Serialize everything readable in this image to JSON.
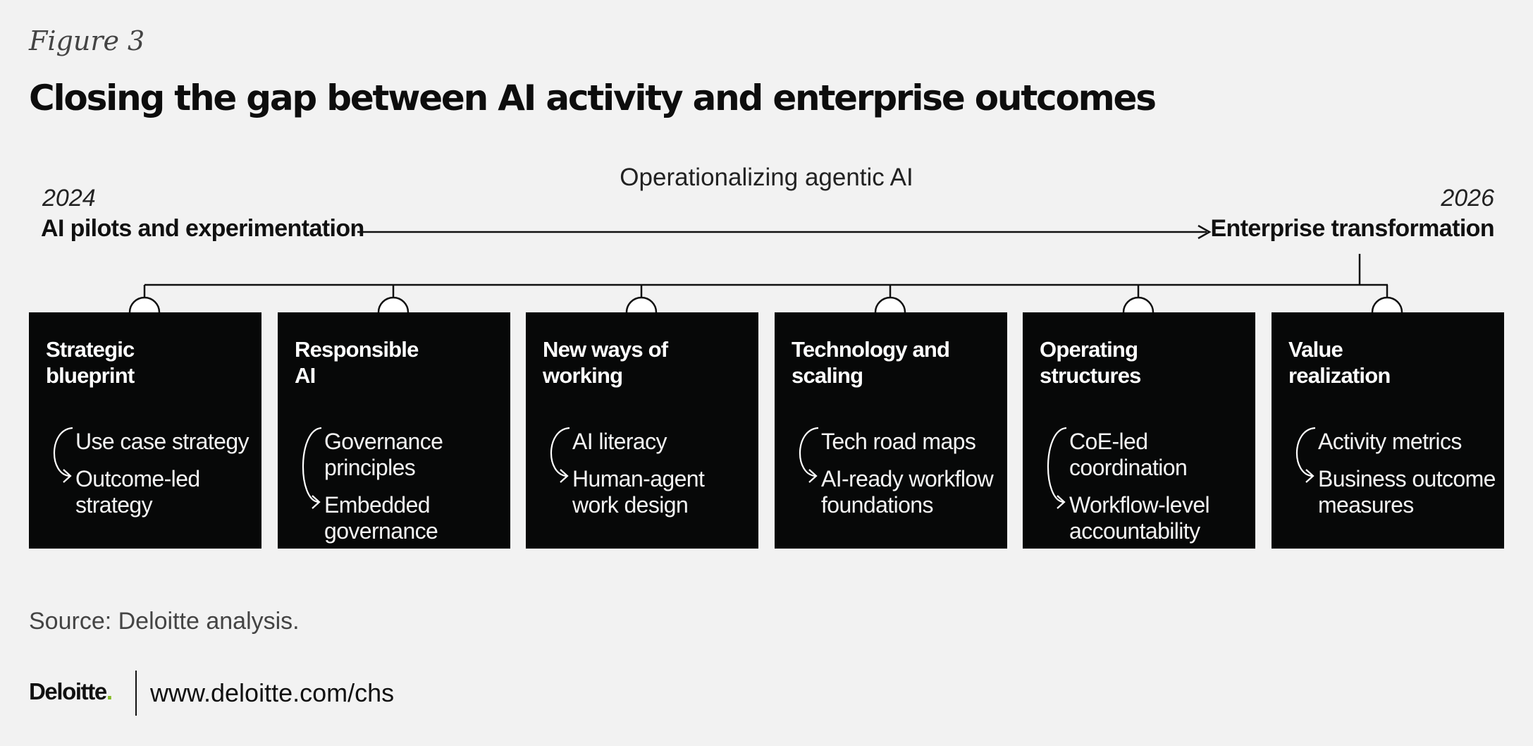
{
  "figure_label": "Figure 3",
  "title": "Closing the gap between AI activity and enterprise outcomes",
  "subtitle": "Operationalizing agentic AI",
  "timeline": {
    "start_year": "2024",
    "start_label": "AI pilots and experimentation",
    "end_year": "2026",
    "end_label": "Enterprise transformation"
  },
  "cards": [
    {
      "title": "Strategic\nblueprint",
      "from": "Use case strategy",
      "to": "Outcome-led\nstrategy"
    },
    {
      "title": "Responsible\nAI",
      "from": "Governance\nprinciples",
      "to": "Embedded\ngovernance"
    },
    {
      "title": "New ways of\nworking",
      "from": "AI literacy",
      "to": "Human-agent\nwork design"
    },
    {
      "title": "Technology and\nscaling",
      "from": "Tech road maps",
      "to": "AI-ready workflow\nfoundations"
    },
    {
      "title": "Operating\nstructures",
      "from": "CoE-led\ncoordination",
      "to": "Workflow-level\naccountability"
    },
    {
      "title": "Value\nrealization",
      "from": "Activity metrics",
      "to": "Business outcome\nmeasures"
    }
  ],
  "source": "Source: Deloitte analysis.",
  "footer": {
    "logo": "Deloitte",
    "logo_dot": ".",
    "url": "www.deloitte.com/chs"
  },
  "colors": {
    "card_background": "#070808",
    "page_background": "#f2f2f2",
    "logo_dot": "#86bc25"
  }
}
